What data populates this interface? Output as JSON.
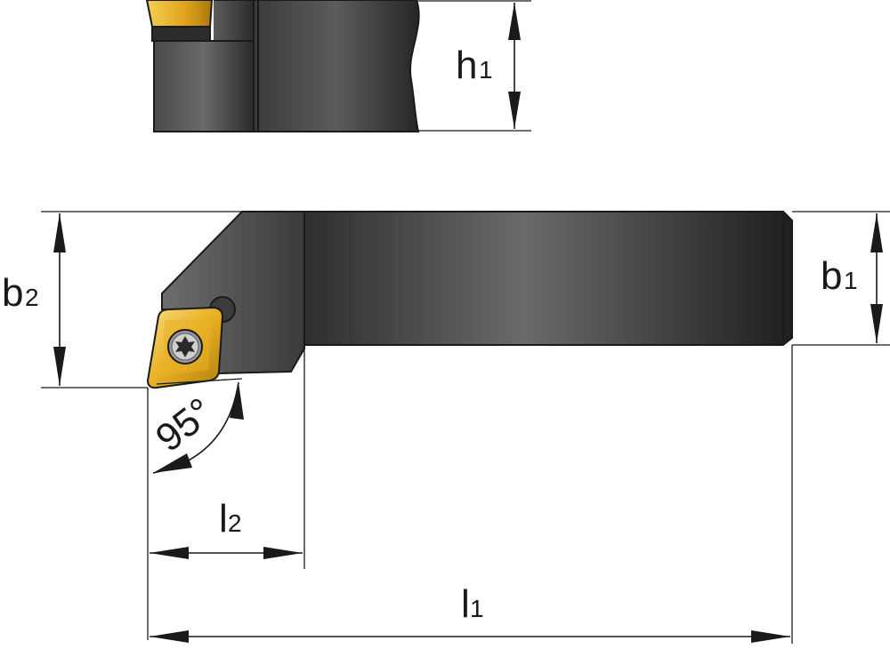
{
  "labels": {
    "h1": {
      "main": "h",
      "sub": "1"
    },
    "b1": {
      "main": "b",
      "sub": "1"
    },
    "b2": {
      "main": "b",
      "sub": "2"
    },
    "l1": {
      "main": "l",
      "sub": "1"
    },
    "l2": {
      "main": "l",
      "sub": "2"
    },
    "angle": "95°"
  },
  "colors": {
    "body_dark": "#2b2b2b",
    "body_light": "#6e6e6e",
    "insert_gold": "#e8b024",
    "insert_highlight": "#f7dc7a",
    "insert_shadow": "#b07e0c",
    "line": "#1a1a1a",
    "background": "#ffffff"
  },
  "icons": {
    "insert_screw": "torx-screw-icon",
    "insert": "rhombic-insert-icon"
  }
}
